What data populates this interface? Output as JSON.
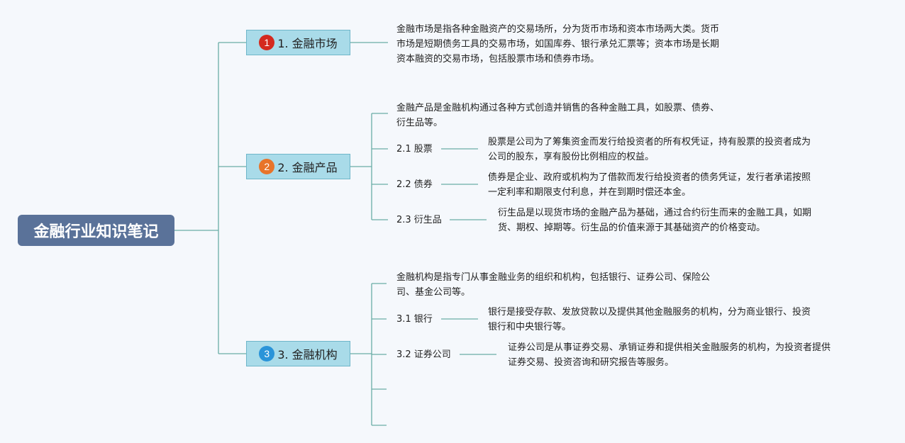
{
  "root": {
    "title": "金融行业知识笔记"
  },
  "colors": {
    "root_bg": "#5a7299",
    "branch_bg": "#a9dbe9",
    "branch_border": "#6fb6c9",
    "line": "#6aada6",
    "badge1": "#d42a1f",
    "badge2": "#e8742a",
    "badge3": "#2a94d9"
  },
  "branches": [
    {
      "badge": "1",
      "label": "1. 金融市场",
      "desc_lines": [
        "金融市场是指各种金融资产的交易场所，分为货币市场和资本市场两大类。货币",
        "市场是短期债务工具的交易市场，如国库券、银行承兑汇票等；资本市场是长期",
        "资本融资的交易市场，包括股票市场和债券市场。"
      ]
    },
    {
      "badge": "2",
      "label": "2. 金融产品",
      "desc_lines": [
        "金融产品是金融机构通过各种方式创造并销售的各种金融工具，如股票、债券、",
        "衍生品等。"
      ],
      "children": [
        {
          "label": "2.1 股票",
          "desc_lines": [
            "股票是公司为了筹集资金而发行给投资者的所有权凭证，持有股票的投资者成为",
            "公司的股东，享有股份比例相应的权益。"
          ]
        },
        {
          "label": "2.2 债券",
          "desc_lines": [
            "债券是企业、政府或机构为了借款而发行给投资者的债务凭证，发行者承诺按照",
            "一定利率和期限支付利息，并在到期时偿还本金。"
          ]
        },
        {
          "label": "2.3 衍生品",
          "desc_lines": [
            "衍生品是以现货市场的金融产品为基础，通过合约衍生而来的金融工具，如期",
            "货、期权、掉期等。衍生品的价值来源于其基础资产的价格变动。"
          ]
        }
      ]
    },
    {
      "badge": "3",
      "label": "3. 金融机构",
      "desc_lines": [
        "金融机构是指专门从事金融业务的组织和机构，包括银行、证券公司、保险公",
        "司、基金公司等。"
      ],
      "children": [
        {
          "label": "3.1 银行",
          "desc_lines": [
            "银行是接受存款、发放贷款以及提供其他金融服务的机构，分为商业银行、投资",
            "银行和中央银行等。"
          ]
        },
        {
          "label": "3.2 证券公司",
          "desc_lines": [
            "证券公司是从事证券交易、承销证券和提供相关金融服务的机构，为投资者提供",
            "证券交易、投资咨询和研究报告等服务。"
          ]
        }
      ]
    }
  ]
}
